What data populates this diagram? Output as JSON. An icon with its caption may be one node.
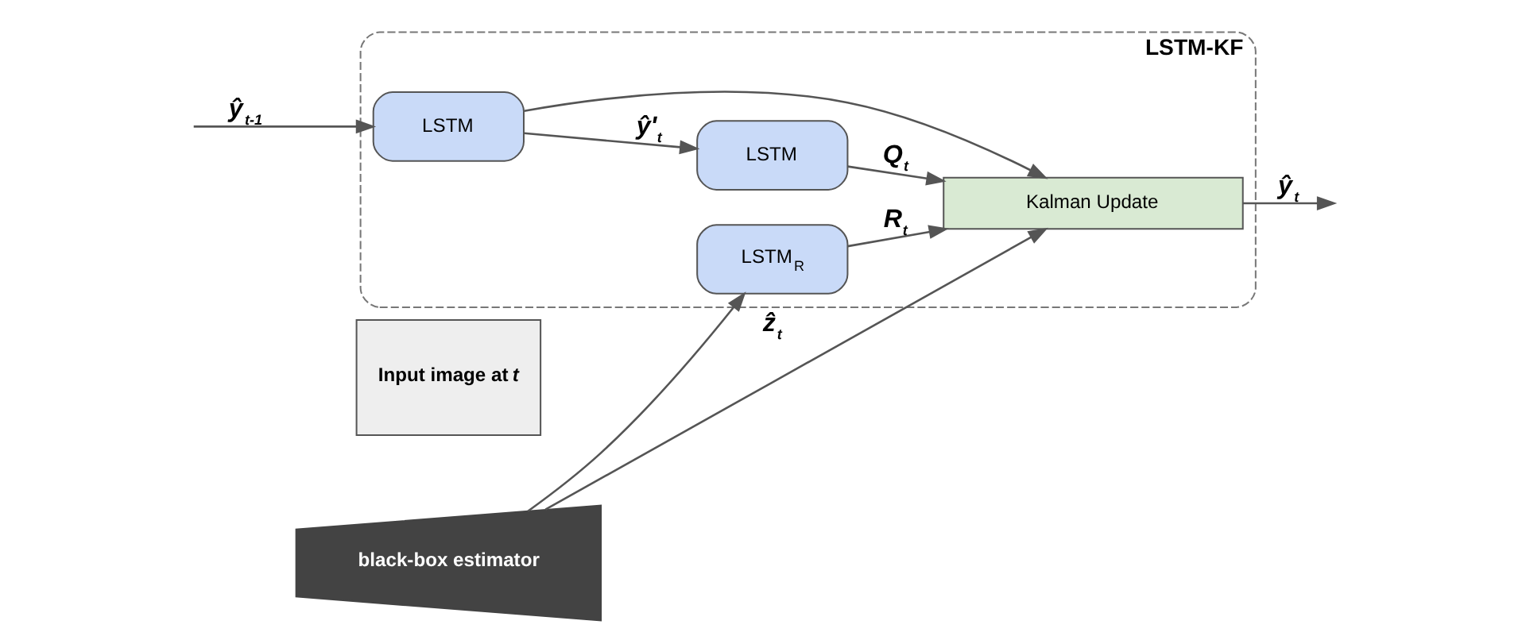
{
  "diagram": {
    "nodes": [
      {
        "text": [
          "LSTM-KF"
        ]
      },
      {
        "text": [
          "LSTM"
        ],
        "in": 0
      },
      {
        "text": [
          "LSTM"
        ],
        "in": 0
      },
      {
        "text": [
          "LSTM$_{R}$"
        ],
        "in": 0
      },
      {
        "text": [
          "Kalman Update"
        ],
        "in": 0
      },
      {
        "text": [
          "Input image at *t*"
        ]
      },
      {
        "text": [
          "black-box estimator"
        ]
      }
    ],
    "edges": [
      {
        "from": null,
        "to": 1,
        "arrow": "to",
        "label": "ŷ$_{t-1}$"
      },
      {
        "from": 1,
        "to": 2,
        "arrow": "to",
        "label": "ŷ'$_{t}$"
      },
      {
        "from": 1,
        "to": 4,
        "arrow": "to"
      },
      {
        "from": 2,
        "to": 4,
        "arrow": "to",
        "label": "Q$_{t}$"
      },
      {
        "from": 3,
        "to": 4,
        "arrow": "to",
        "label": "R$_{t}$"
      },
      {
        "from": 6,
        "to": 3,
        "arrow": "to"
      },
      {
        "from": 6,
        "to": 4,
        "arrow": "to",
        "label": "ẑ$_{t}$"
      },
      {
        "from": 4,
        "to": null,
        "arrow": "to",
        "label": "ŷ$_{t}$"
      }
    ]
  }
}
